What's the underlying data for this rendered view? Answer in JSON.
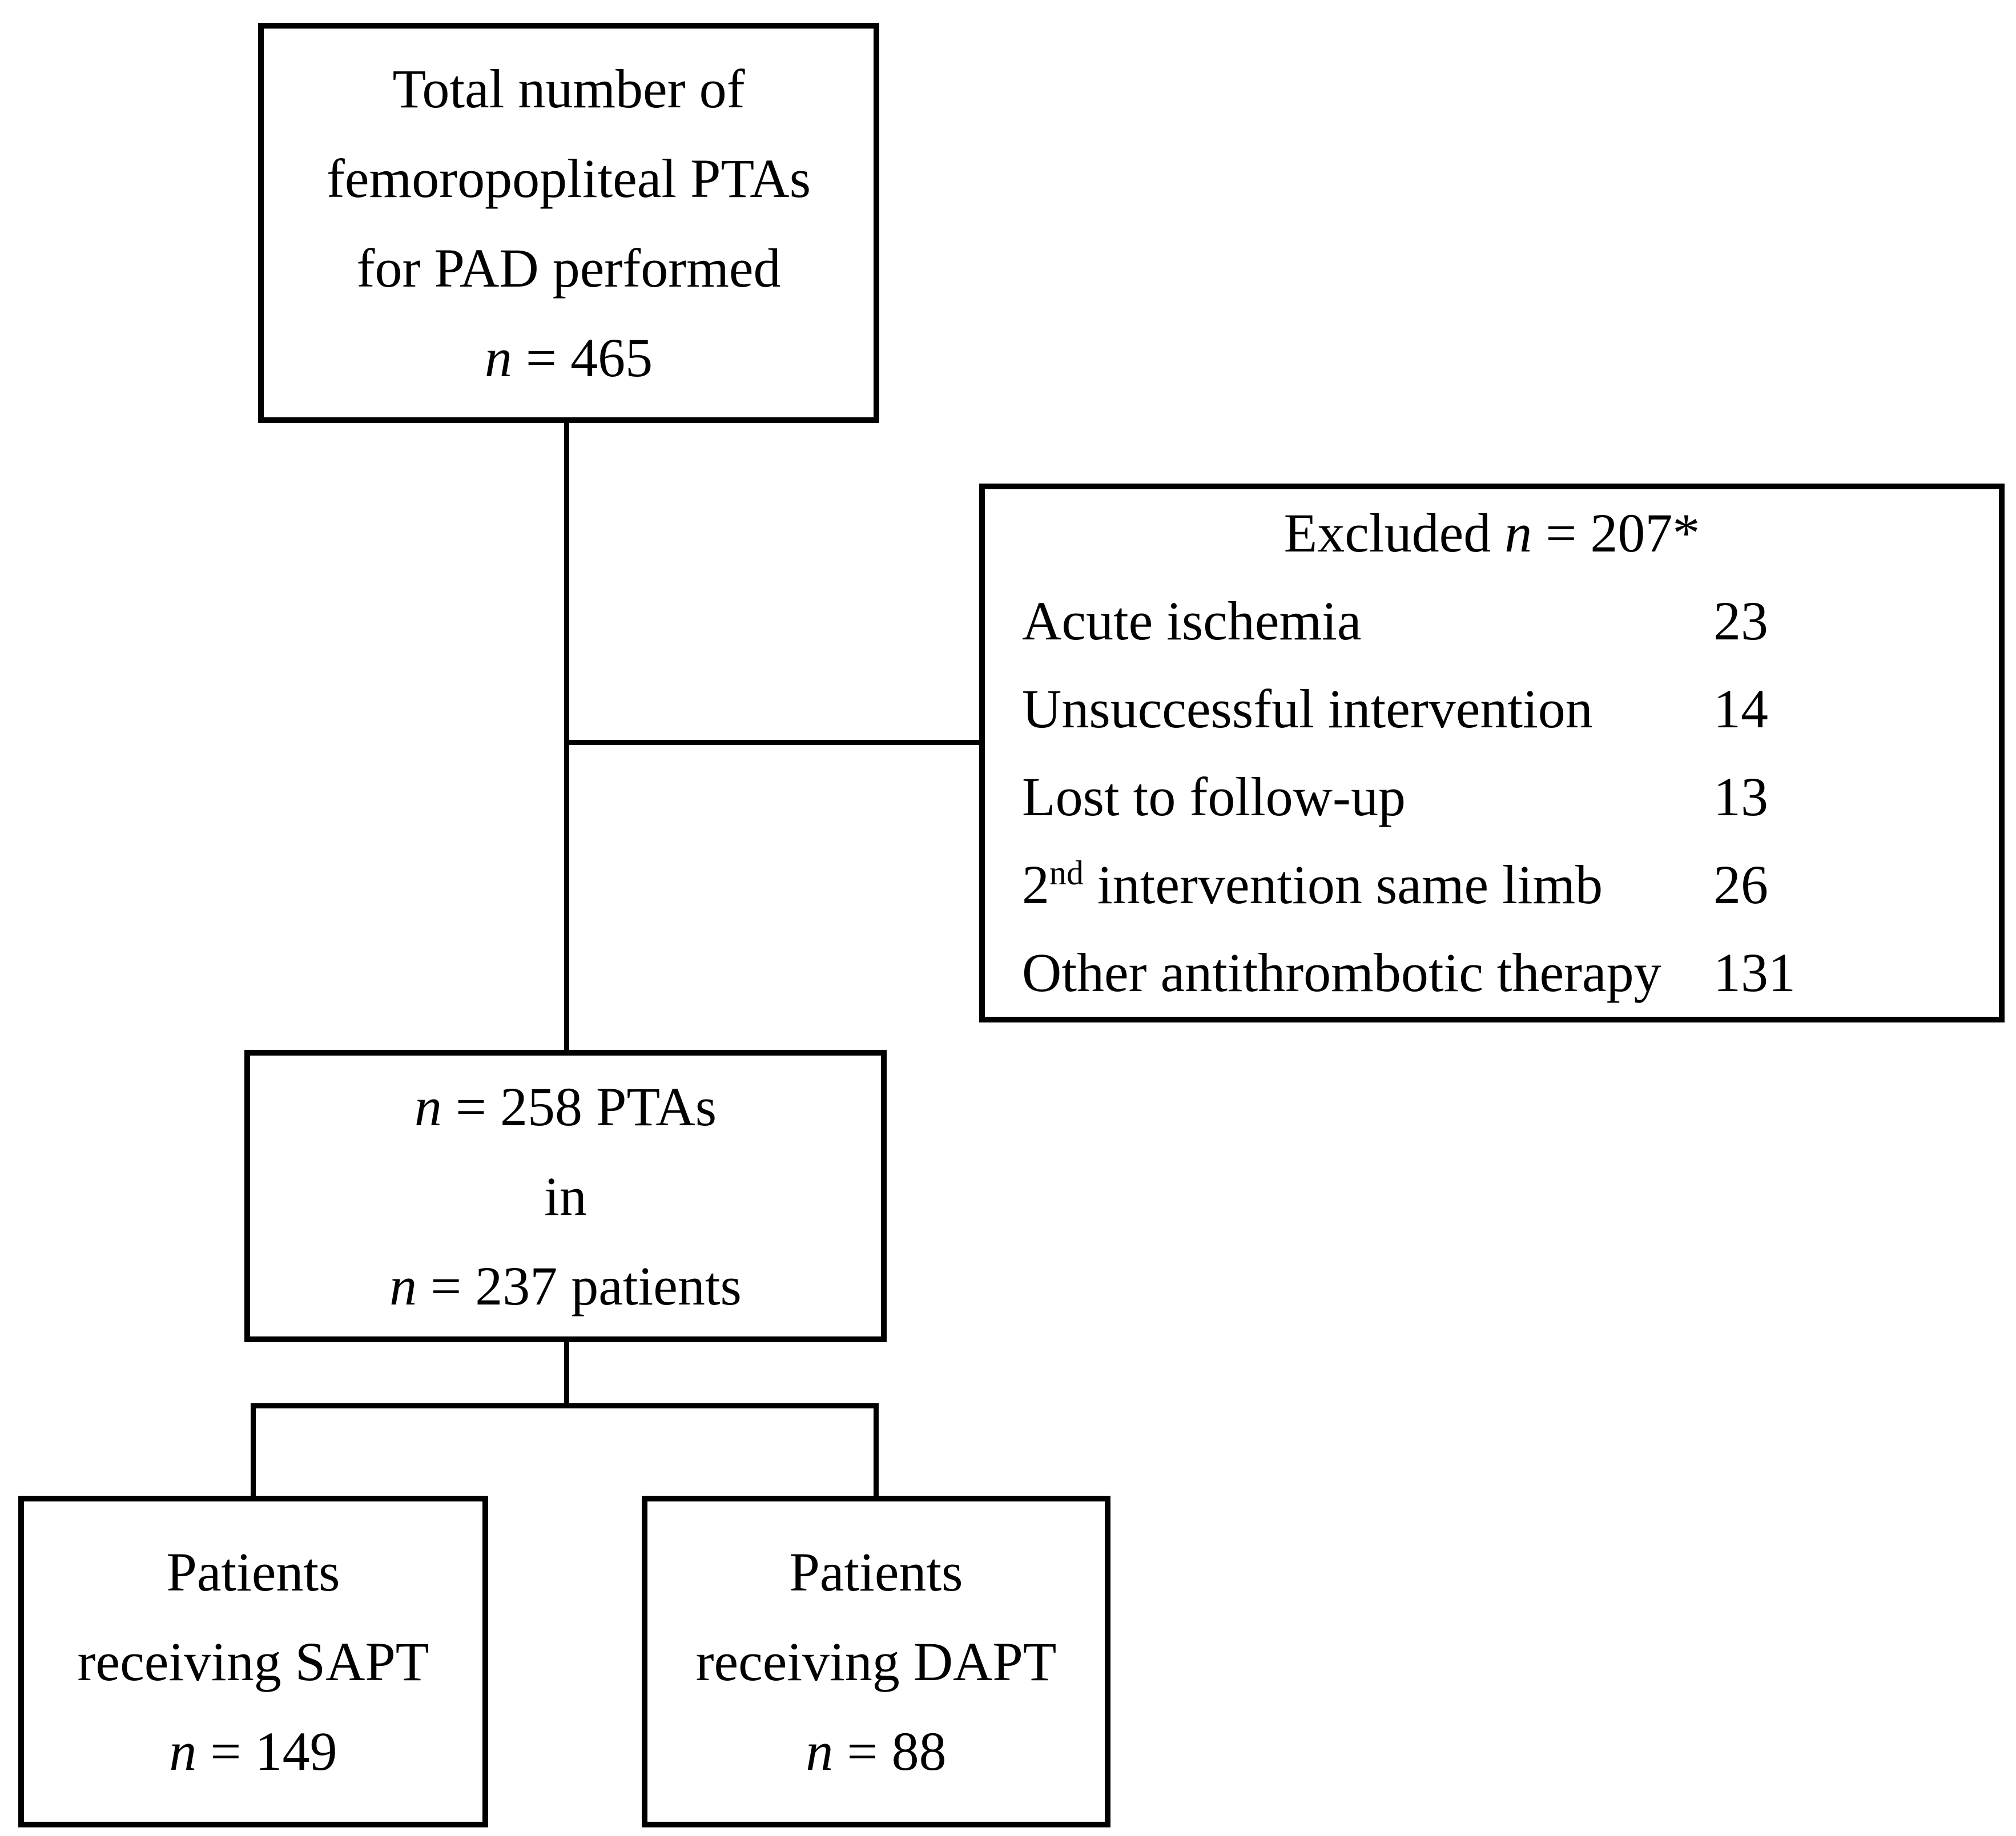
{
  "colors": {
    "stroke": "#000000",
    "background": "#ffffff"
  },
  "boxes": {
    "total": {
      "lines": [
        "Total number of",
        "femoropopliteal PTAs",
        "for PAD performed"
      ],
      "n_var": "n",
      "n_rest": " = 465"
    },
    "excluded": {
      "title_prefix": "Excluded ",
      "n_var": "n",
      "n_rest": " = 207*",
      "rows": [
        {
          "label": "Acute ischemia",
          "value": "23"
        },
        {
          "label": "Unsuccessful intervention",
          "value": "14"
        },
        {
          "label": "Lost to follow-up",
          "value": "13"
        },
        {
          "label_base": "2",
          "label_sup": "nd",
          "label_rest": " intervention same limb",
          "value": "26"
        },
        {
          "label": "Other antithrombotic therapy",
          "value": "131"
        }
      ]
    },
    "included": {
      "line1_var": "n",
      "line1_rest": " = 258 PTAs",
      "line2": "in",
      "line3_var": "n",
      "line3_rest": " = 237 patients"
    },
    "sapt": {
      "lines": [
        "Patients",
        "receiving SAPT"
      ],
      "n_var": "n",
      "n_rest": " = 149"
    },
    "dapt": {
      "lines": [
        "Patients",
        "receiving DAPT"
      ],
      "n_var": "n",
      "n_rest": " = 88"
    }
  }
}
